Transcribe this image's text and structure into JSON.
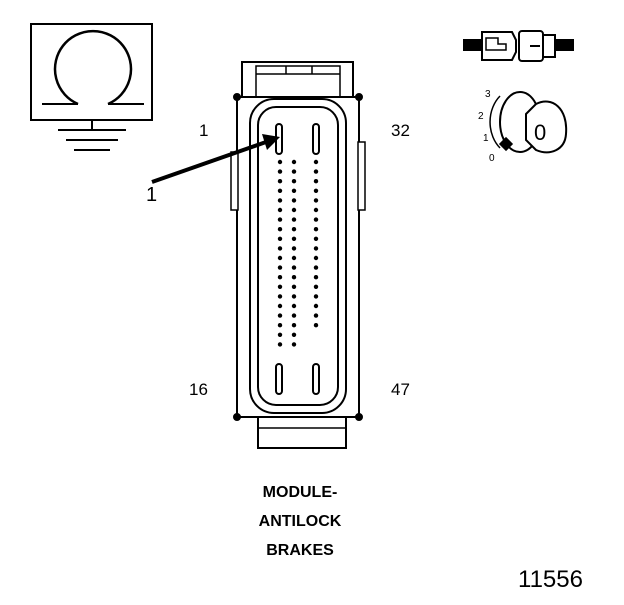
{
  "pins": {
    "top_left": "1",
    "top_right": "32",
    "bottom_left": "16",
    "bottom_right": "47"
  },
  "callout": "1",
  "caption": [
    "MODULE-",
    "ANTILOCK",
    "BRAKES"
  ],
  "figure_number": "11556",
  "ignition_positions": [
    "3",
    "2",
    "1",
    "0"
  ],
  "key_symbol": "0",
  "icons": [
    "ohmmeter-icon",
    "connector-icon",
    "ignition-key-icon"
  ]
}
